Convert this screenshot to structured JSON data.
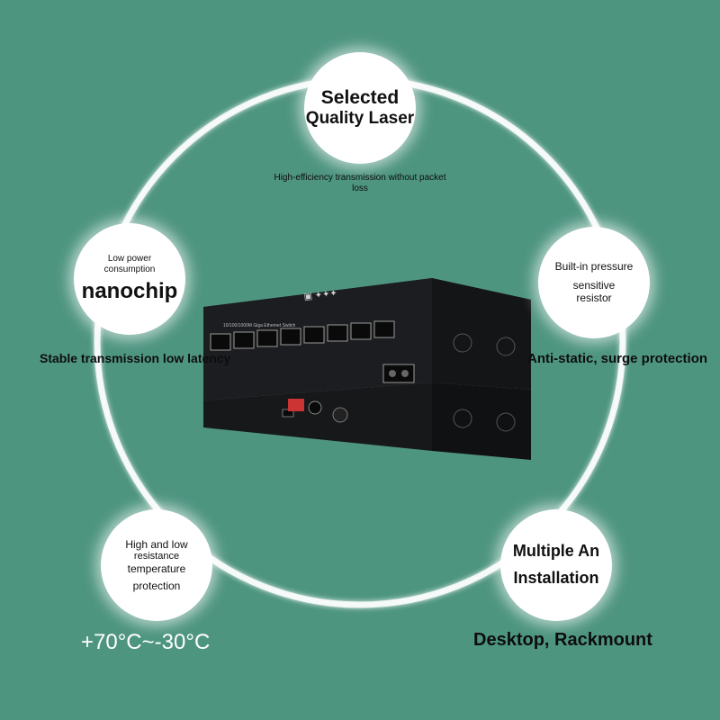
{
  "colors": {
    "background": "#4e9580",
    "ring": "#ffffff",
    "device": "#1e1f22"
  },
  "top_feature": {
    "line1": "Selected",
    "line2": "Quality Laser"
  },
  "top_caption": {
    "line1": "High-efficiency transmission without packet",
    "line2": "loss"
  },
  "left_feature": {
    "line1": "Low power",
    "line2": "consumption",
    "line3": "nanochip"
  },
  "left_caption": "Stable transmission low latency",
  "right_feature": {
    "line1": "Built-in pressure",
    "line2": "sensitive",
    "line3": "resistor"
  },
  "right_caption": "Anti-static, surge protection",
  "bottom_left_feature": {
    "line1": "High and low",
    "line2": "resistance",
    "line3": "temperature",
    "line4": "protection"
  },
  "bottom_left_caption": "+70°C~-30°C",
  "bottom_right_feature": {
    "line1": "Multiple An",
    "line2": "Installation"
  },
  "bottom_right_caption": "Desktop, Rackmount",
  "device": {
    "front_label": "10/100/1000M Giga Ethernet Switch",
    "port_count": 8,
    "icon": "fiber-switch-device"
  }
}
